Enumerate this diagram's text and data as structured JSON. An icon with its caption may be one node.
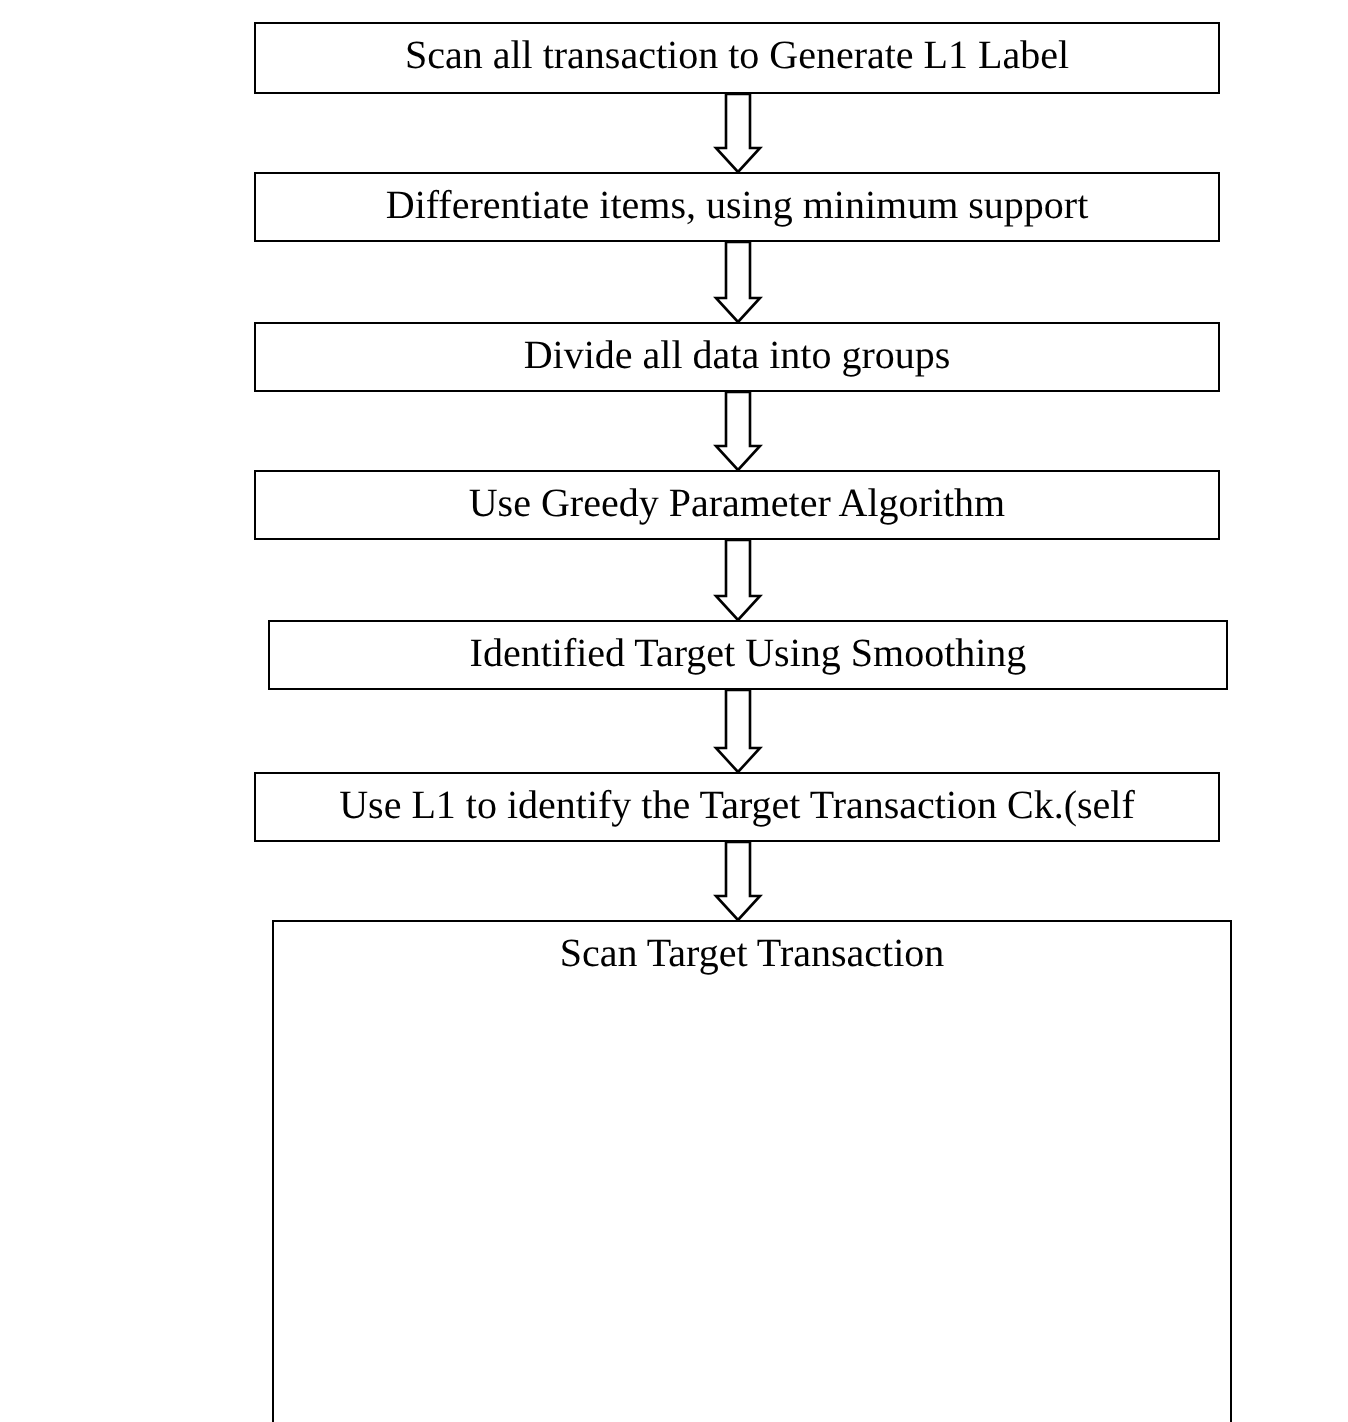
{
  "diagram": {
    "nodes": [
      {
        "text": [
          "Scan all transaction to Generate L1 Label"
        ]
      },
      {
        "text": [
          "Differentiate items, using minimum  support"
        ]
      },
      {
        "text": [
          "Divide all data into groups"
        ]
      },
      {
        "text": [
          "Use Greedy Parameter Algorithm"
        ]
      },
      {
        "text": [
          "Identified Target Using Smoothing"
        ]
      },
      {
        "text": [
          "Use L1 to identify the Target Transaction Ck.(self"
        ]
      },
      {
        "text": [
          "Scan Target Transaction"
        ]
      }
    ],
    "edges": [
      {
        "from": 0,
        "to": 1,
        "arrow": "to"
      },
      {
        "from": 1,
        "to": 2,
        "arrow": "to"
      },
      {
        "from": 2,
        "to": 3,
        "arrow": "to"
      },
      {
        "from": 3,
        "to": 4,
        "arrow": "to"
      },
      {
        "from": 4,
        "to": 5,
        "arrow": "to"
      },
      {
        "from": 5,
        "to": 6,
        "arrow": "to"
      }
    ]
  }
}
